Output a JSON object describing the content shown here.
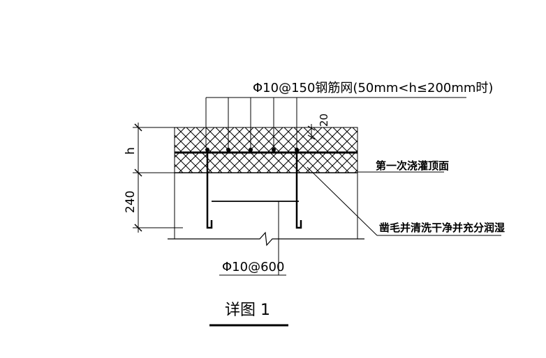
{
  "detail": {
    "annotations": {
      "top_rebar_mesh": "Φ10@150钢筋网(50mm<h≤200mm时)",
      "cover_dim": "20",
      "first_pour_top": "第一次浇灌顶面",
      "roughen_note": "凿毛并清洗干净并充分润湿",
      "bottom_rebar": "Φ10@600"
    },
    "dimensions": {
      "upper_layer": "h",
      "lower_layer": "240"
    },
    "title": "详图 1",
    "colors": {
      "line": "#000000",
      "background": "#ffffff"
    }
  }
}
